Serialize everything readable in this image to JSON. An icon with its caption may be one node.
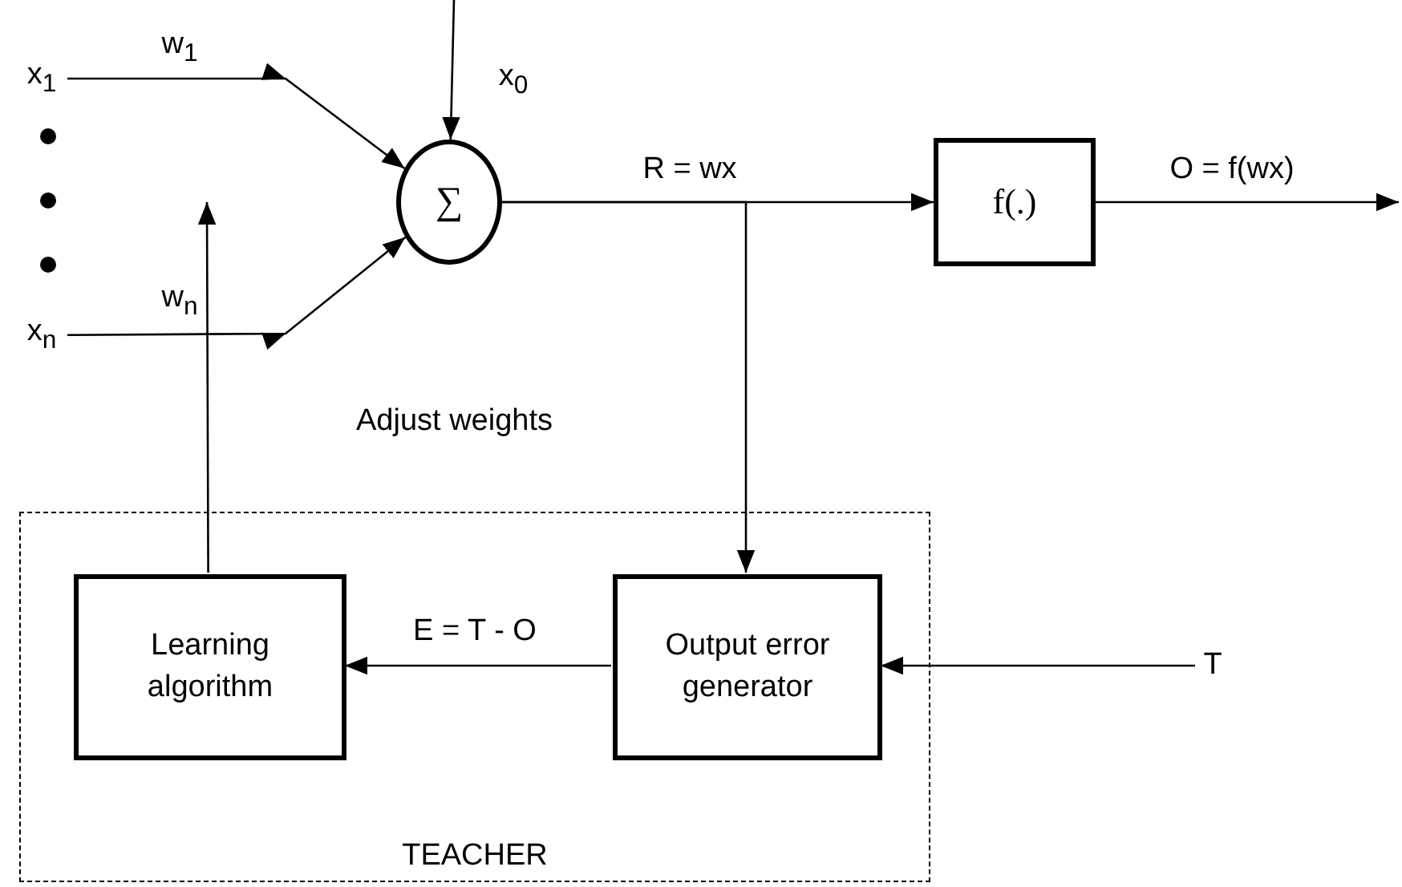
{
  "diagram": {
    "nodes": [
      {
        "text": [
          "x$_{1}$"
        ]
      },
      {
        "text": [
          "x$_{n}$"
        ]
      },
      {
        "text": [
          "∑"
        ]
      },
      {
        "text": [
          "f(.)"
        ]
      },
      {
        "text": [
          "TEACHER"
        ]
      },
      {
        "text": [
          "Learning algorithm"
        ],
        "in": 4
      },
      {
        "text": [
          "Output error generator"
        ],
        "in": 4
      },
      {
        "text": [
          "T"
        ]
      }
    ],
    "edges": [
      {
        "from": 0,
        "to": 2,
        "arrow": "to",
        "label": "w$_{1}$"
      },
      {
        "from": 1,
        "to": 2,
        "arrow": "to",
        "label": "w$_{n}$"
      },
      {
        "from": null,
        "to": 2,
        "arrow": "to",
        "label": "x$_{0}$"
      },
      {
        "from": 2,
        "to": 3,
        "arrow": "to",
        "label": "R = wx"
      },
      {
        "from": 3,
        "to": null,
        "arrow": "to",
        "label": "O = f(wx)"
      },
      {
        "from": 2,
        "to": 6,
        "arrow": "to"
      },
      {
        "from": 5,
        "to": null,
        "arrow": "to",
        "label": "Adjust weights"
      },
      {
        "from": 6,
        "to": 5,
        "arrow": "to",
        "label": "E = T - O"
      },
      {
        "from": 7,
        "to": 6,
        "arrow": "to"
      }
    ]
  }
}
